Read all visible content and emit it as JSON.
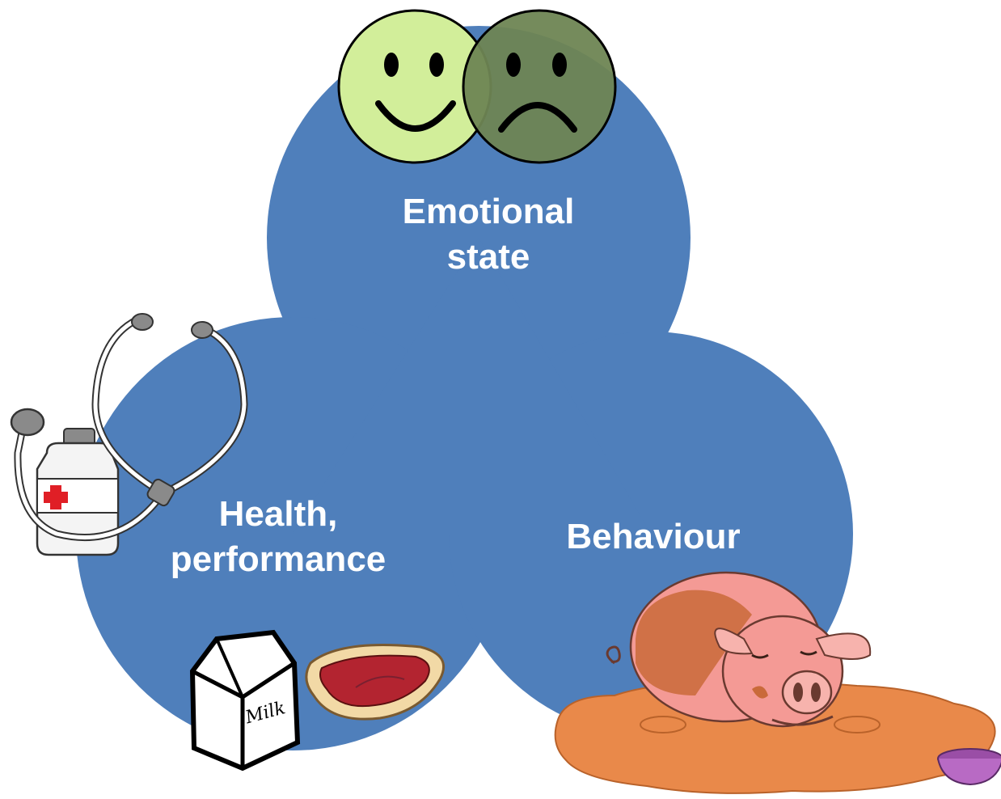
{
  "diagram": {
    "colors": {
      "circle_fill": "#4f7fbb",
      "label_text": "#ffffff",
      "happy_face": "#d2ee9a",
      "sad_face": "#6e8553",
      "pig_pink": "#f49a95",
      "mud": "#e9894a"
    },
    "circles": [
      {
        "id": "emotional",
        "label_lines": [
          "Emotional",
          "state"
        ]
      },
      {
        "id": "health",
        "label_lines": [
          "Health,",
          "performance"
        ]
      },
      {
        "id": "behaviour",
        "label_lines": [
          "Behaviour"
        ]
      }
    ],
    "illustrations": {
      "faces": [
        "happy-face-icon",
        "sad-face-icon"
      ],
      "medical": [
        "stethoscope-icon",
        "medicine-bottle-icon"
      ],
      "food": [
        "milk-carton-icon",
        "steak-icon"
      ],
      "animal": [
        "muddy-pig-icon",
        "water-bowl-icon"
      ]
    },
    "milk_label": "Milk"
  }
}
